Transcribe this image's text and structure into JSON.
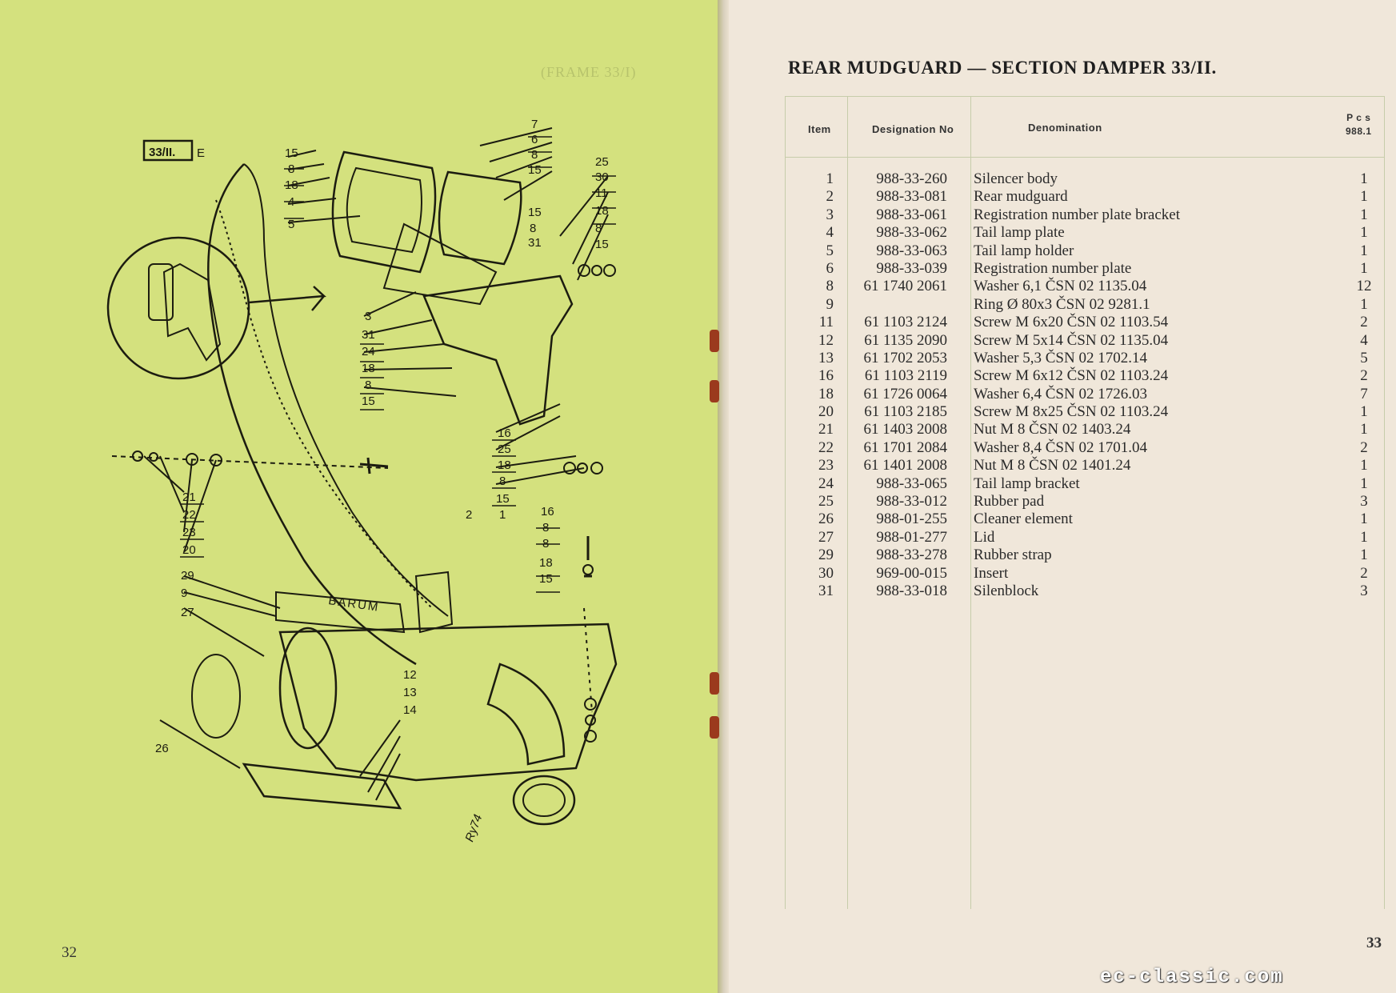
{
  "left_page": {
    "page_number": "32",
    "section_label": "33/II.",
    "section_suffix": "E",
    "ghost_text": "(FRAME 33/I)",
    "sticker_text": "BARUM",
    "signature": "Ry74",
    "callouts": [
      "15",
      "8",
      "18",
      "4",
      "5",
      "7",
      "6",
      "8",
      "15",
      "25",
      "30",
      "11",
      "18",
      "8",
      "15",
      "15",
      "8",
      "31",
      "3",
      "31",
      "24",
      "18",
      "8",
      "15",
      "16",
      "25",
      "18",
      "8",
      "15",
      "21",
      "22",
      "23",
      "20",
      "2",
      "1",
      "16",
      "8",
      "8",
      "18",
      "15",
      "29",
      "9",
      "27",
      "12",
      "13",
      "14",
      "26"
    ]
  },
  "right_page": {
    "page_number": "33",
    "title": "REAR MUDGUARD — SECTION DAMPER 33/II.",
    "table": {
      "headers": {
        "item": "Item",
        "designation": "Designation No",
        "denomination": "Denomination",
        "pcs_line1": "P c s",
        "pcs_line2": "988.1"
      },
      "rows": [
        {
          "item": "1",
          "designation": "988-33-260",
          "denomination": "Silencer body",
          "pcs": "1"
        },
        {
          "item": "2",
          "designation": "988-33-081",
          "denomination": "Rear mudguard",
          "pcs": "1"
        },
        {
          "item": "3",
          "designation": "988-33-061",
          "denomination": "Registration number plate bracket",
          "pcs": "1"
        },
        {
          "item": "4",
          "designation": "988-33-062",
          "denomination": "Tail lamp plate",
          "pcs": "1"
        },
        {
          "item": "5",
          "designation": "988-33-063",
          "denomination": "Tail lamp holder",
          "pcs": "1"
        },
        {
          "item": "6",
          "designation": "988-33-039",
          "denomination": "Registration number plate",
          "pcs": "1"
        },
        {
          "item": "8",
          "designation": "61 1740 2061",
          "denomination": "Washer 6,1 ČSN 02 1135.04",
          "pcs": "12"
        },
        {
          "item": "9",
          "designation": "",
          "denomination": "Ring Ø 80x3 ČSN 02 9281.1",
          "pcs": "1"
        },
        {
          "item": "11",
          "designation": "61 1103 2124",
          "denomination": "Screw M 6x20 ČSN 02 1103.54",
          "pcs": "2"
        },
        {
          "item": "12",
          "designation": "61 1135 2090",
          "denomination": "Screw M 5x14 ČSN 02 1135.04",
          "pcs": "4"
        },
        {
          "item": "13",
          "designation": "61 1702 2053",
          "denomination": "Washer 5,3 ČSN 02 1702.14",
          "pcs": "5"
        },
        {
          "item": "16",
          "designation": "61 1103 2119",
          "denomination": "Screw M 6x12 ČSN 02 1103.24",
          "pcs": "2"
        },
        {
          "item": "18",
          "designation": "61 1726 0064",
          "denomination": "Washer 6,4 ČSN 02 1726.03",
          "pcs": "7"
        },
        {
          "item": "20",
          "designation": "61 1103 2185",
          "denomination": "Screw M 8x25 ČSN 02 1103.24",
          "pcs": "1"
        },
        {
          "item": "21",
          "designation": "61 1403 2008",
          "denomination": "Nut M 8 ČSN 02 1403.24",
          "pcs": "1"
        },
        {
          "item": "22",
          "designation": "61 1701 2084",
          "denomination": "Washer 8,4 ČSN 02 1701.04",
          "pcs": "2"
        },
        {
          "item": "23",
          "designation": "61 1401 2008",
          "denomination": "Nut M 8 ČSN 02 1401.24",
          "pcs": "1"
        },
        {
          "item": "24",
          "designation": "988-33-065",
          "denomination": "Tail lamp bracket",
          "pcs": "1"
        },
        {
          "item": "25",
          "designation": "988-33-012",
          "denomination": "Rubber pad",
          "pcs": "3"
        },
        {
          "item": "26",
          "designation": "988-01-255",
          "denomination": "Cleaner element",
          "pcs": "1"
        },
        {
          "item": "27",
          "designation": "988-01-277",
          "denomination": "Lid",
          "pcs": "1"
        },
        {
          "item": "29",
          "designation": "988-33-278",
          "denomination": "Rubber strap",
          "pcs": "1"
        },
        {
          "item": "30",
          "designation": "969-00-015",
          "denomination": "Insert",
          "pcs": "2"
        },
        {
          "item": "31",
          "designation": "988-33-018",
          "denomination": "Silenblock",
          "pcs": "3"
        }
      ]
    }
  },
  "watermark": "ec-classic.com",
  "colors": {
    "left_page_bg": "#d4e17e",
    "right_page_bg": "#f0e7da",
    "ink": "#1c1c10",
    "rule": "#c6ccaa"
  }
}
